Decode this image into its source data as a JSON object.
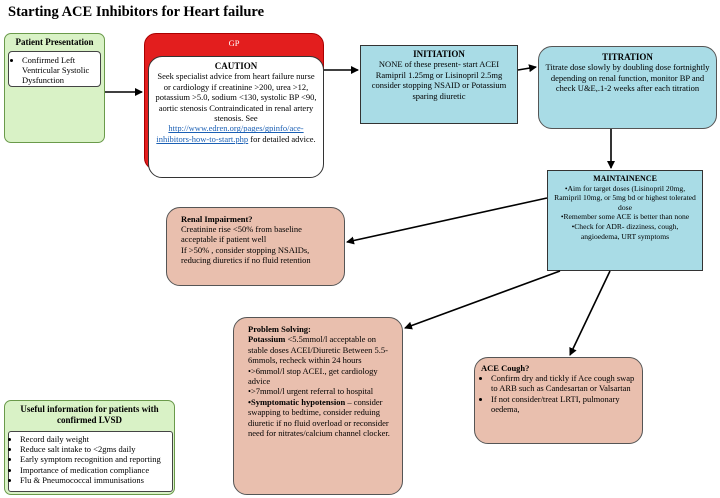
{
  "title": "Starting ACE Inhibitors for Heart failure",
  "patient_presentation": {
    "header": "Patient Presentation",
    "items": [
      "Confirmed Left Ventricular Systolic Dysfunction"
    ]
  },
  "gp": {
    "header": "GP",
    "caution_title": "CAUTION",
    "caution_text": "Seek specialist advice from heart failure nurse or cardiology if creatinine >200, urea >12, potassium >5.0, sodium <130, systolic BP <90, aortic stenosis Contraindicated in renal artery stenosis. See",
    "link": "http://www.edren.org/pages/gpinfo/ace-inhibitors-how-to-start.php",
    "link_suffix": "for detailed advice."
  },
  "initiation": {
    "title": "INITIATION",
    "text": "NONE of these present- start ACEI Ramipril 1.25mg or Lisinopril 2.5mg consider stopping NSAID or Potassium sparing diuretic"
  },
  "titration": {
    "title": "TITRATION",
    "text": "Titrate dose slowly by doubling dose fortnightly depending on renal function, monitor BP and check  U&E,.1-2 weeks after each titration"
  },
  "maintainence": {
    "title": "MAINTAINENCE",
    "items": [
      "•Aim for target doses (Lisinopril 20mg, Ramipril 10mg, or 5mg bd or highest tolerated dose",
      "•Remember some ACE is better than none",
      "•Check  for ADR- dizziness, cough, angioedema, URT symptoms"
    ]
  },
  "renal": {
    "title": "Renal Impairment?",
    "lines": [
      "Creatinine rise <50% from baseline acceptable if patient well",
      "If >50% , consider stopping NSAIDs, reducing diuretics if no fluid retention"
    ]
  },
  "problem": {
    "title": "Problem Solving:",
    "potassium_label": "Potassium",
    "potassium_text": " <5.5mmol/l acceptable on stable doses ACEI/Diuretic Between 5.5-6mmols, recheck within 24 hours",
    "bullets1": [
      "•>6mmol/l stop ACEI., get cardiology advice",
      "•>7mmol/l urgent referral to hospital"
    ],
    "hypo_label": "•Symptomatic hypotension",
    "hypo_text": " – consider swapping to bedtime, consider reduing diuretic if no fluid overload or reconsider need for nitrates/calcium channel clocker."
  },
  "cough": {
    "title": "ACE Cough?",
    "items": [
      "Confirm dry and tickly if Ace cough swap to ARB such as Candesartan or Valsartan",
      "If not consider/treat LRTI, pulmonary oedema,"
    ]
  },
  "useful": {
    "header": "Useful information for patients with confirmed LVSD",
    "items": [
      "Record daily weight",
      "Reduce salt intake to <2gms daily",
      "Early symptom recognition and reporting",
      "Importance of medication compliance",
      "Flu & Pneumococcal immunisations"
    ]
  }
}
